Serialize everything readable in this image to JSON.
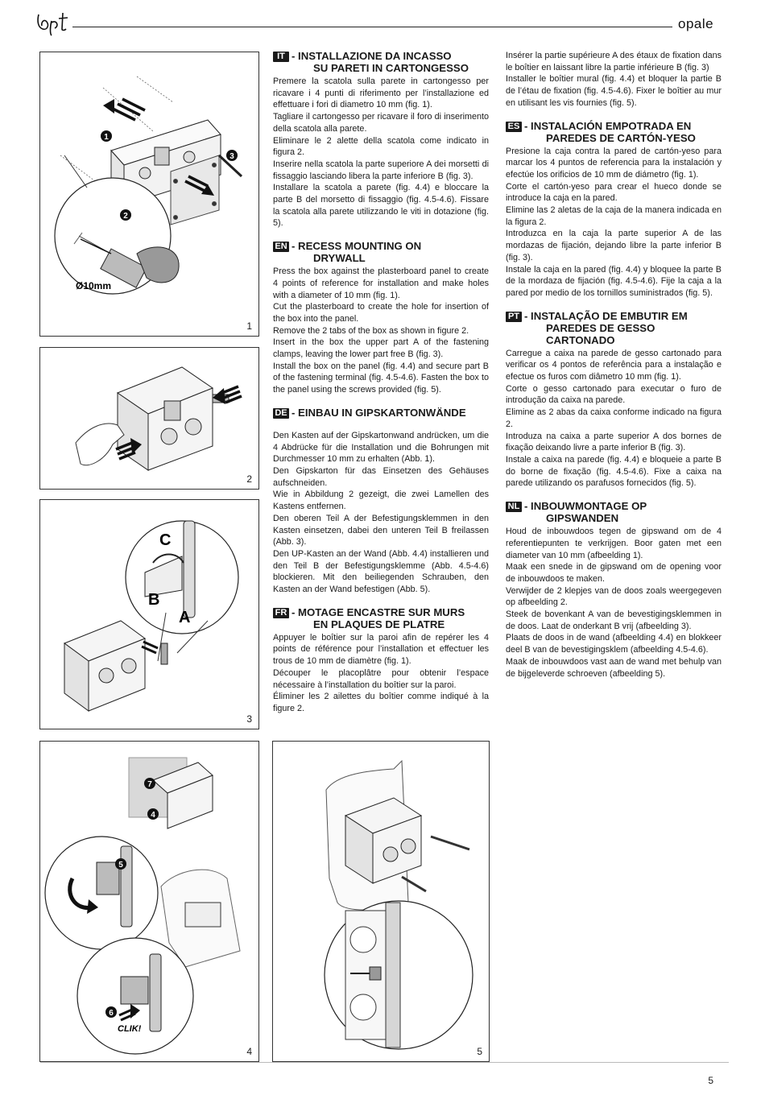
{
  "header": {
    "brand": "bpt",
    "product": "opale"
  },
  "figures": [
    {
      "number": "1",
      "diameter_label": "Ø10mm",
      "callouts": [
        "1",
        "2",
        "3"
      ]
    },
    {
      "number": "2"
    },
    {
      "number": "3",
      "labels": [
        "C",
        "B",
        "A"
      ]
    },
    {
      "number": "4",
      "callouts": [
        "7",
        "4",
        "5",
        "6"
      ],
      "click_label": "CLIK!"
    },
    {
      "number": "5"
    }
  ],
  "sections": [
    {
      "lang": "IT",
      "title_l1": "- INSTALLAZIONE DA INCASSO",
      "title_l2": "SU PARETI IN CARTONGESSO",
      "paragraphs": [
        "Premere la scatola sulla parete in cartongesso per ricavare i 4 punti di riferimento per l’installazione ed effettuare i fori di diametro 10 mm (fig. 1).",
        "Tagliare il cartongesso per ricavare il foro di inserimento della scatola alla parete.",
        "Eliminare le 2 alette della scatola come indicato in figura 2.",
        "Inserire nella scatola la parte superiore A dei morsetti di fissaggio lasciando libera la parte inferiore B (fig. 3).",
        "Installare la scatola a parete (fig. 4.4) e bloccare la parte B del morsetto di fissaggio (fig. 4.5-4.6). Fissare la scatola alla parete utilizzando le viti in dotazione (fig. 5)."
      ]
    },
    {
      "lang": "EN",
      "title_l1": "- RECESS MOUNTING ON",
      "title_l2": "DRYWALL",
      "paragraphs": [
        "Press the box against the plasterboard panel to create 4 points of reference for installation and make holes with a diameter of 10 mm (fig. 1).",
        "Cut the plasterboard to create the hole for insertion of the box into the panel.",
        "Remove the 2 tabs of the box as shown in figure 2.",
        "Insert in the box the upper part A of the fastening clamps, leaving the lower part free B (fig. 3).",
        "Install the box on the panel (fig. 4.4) and secure part B of the fastening terminal (fig. 4.5-4.6). Fasten the box to the panel using the screws provided (fig. 5)."
      ]
    },
    {
      "lang": "DE",
      "title_l1": "- EINBAU IN GIPSKARTONWÄNDE",
      "title_l2": "",
      "paragraphs": [
        "Den Kasten auf der Gipskartonwand andrücken, um die 4 Abdrücke für die Installation und die Bohrungen mit Durchmesser 10 mm zu erhalten (Abb. 1).",
        "Den Gipskarton für das Einsetzen des Gehäuses aufschneiden.",
        "Wie in Abbildung 2 gezeigt, die zwei Lamellen des Kastens entfernen.",
        "Den oberen Teil A der Befestigungsklemmen in den Kasten einsetzen, dabei den unteren Teil B freilassen (Abb. 3).",
        "Den UP-Kasten an der Wand (Abb. 4.4) installieren und den Teil B der Befestigungsklemme (Abb. 4.5-4.6) blockieren. Mit den beiliegenden Schrauben, den Kasten an der Wand befestigen (Abb. 5)."
      ]
    },
    {
      "lang": "FR",
      "title_l1": "- MOTAGE ENCASTRE SUR MURS",
      "title_l2": "EN PLAQUES DE PLATRE",
      "paragraphs": [
        "Appuyer le boîtier sur la paroi afin de repérer les 4 points de référence pour l’installation et effectuer les trous de 10 mm de diamètre (fig. 1).",
        "Découper le placoplâtre pour obtenir l’espace nécessaire à l’installation du boîtier sur la paroi.",
        "Éliminer les 2 ailettes du boîtier comme indiqué à la figure 2.",
        "Insérer la partie supérieure A des étaux de fixation dans le boîtier en laissant libre la partie inférieure B (fig. 3)",
        "Installer le boîtier mural (fig. 4.4) et bloquer la partie B de l’étau de fixation (fig. 4.5-4.6). Fixer le boîtier au mur en utilisant les vis fournies (fig. 5)."
      ]
    },
    {
      "lang": "ES",
      "title_l1": "- INSTALACIÓN EMPOTRADA EN",
      "title_l2": "PAREDES DE CARTÓN-YESO",
      "paragraphs": [
        "Presione la caja contra la pared de cartón-yeso para marcar los 4 puntos de referencia para la instalación y efectúe los orificios de 10 mm de diámetro (fig. 1).",
        "Corte el cartón-yeso para crear el hueco donde se introduce la caja en la pared.",
        "Elimine las 2 aletas de la caja de la manera indicada en la figura 2.",
        "Introduzca en la caja la parte superior A de las mordazas de fijación, dejando libre la parte inferior B (fig. 3).",
        "Instale la caja en la pared (fig. 4.4) y bloquee la parte B de la mordaza de fijación (fig. 4.5-4.6). Fije la caja a la pared por medio de los tornillos suministrados (fig. 5)."
      ]
    },
    {
      "lang": "PT",
      "title_l1": "- INSTALAÇÃO DE EMBUTIR EM",
      "title_l2": "PAREDES DE GESSO CARTONADO",
      "paragraphs": [
        "Carregue a caixa na parede de gesso cartonado para verificar os 4 pontos de referência para a instalação e efectue os furos com diâmetro 10 mm (fig. 1).",
        "Corte o gesso cartonado para executar o furo de introdução da caixa na parede.",
        "Elimine as 2 abas da caixa conforme indicado na figura 2.",
        "Introduza na caixa a parte superior A dos bornes de fixação deixando livre a parte inferior B (fig. 3).",
        "Instale a caixa na parede (fig. 4.4) e bloqueie a parte B do borne de fixação (fig. 4.5-4.6). Fixe a caixa na parede utilizando os parafusos fornecidos (fig. 5)."
      ]
    },
    {
      "lang": "NL",
      "title_l1": "- INBOUWMONTAGE OP",
      "title_l2": "GIPSWANDEN",
      "paragraphs": [
        "Houd de inbouwdoos tegen de gipswand om de 4 referentiepunten te verkrijgen. Boor gaten met een diameter van 10 mm (afbeelding 1).",
        "Maak een snede in de gipswand om de opening voor de inbouwdoos te maken.",
        "Verwijder de 2 klepjes van de doos zoals weergegeven op afbeelding 2.",
        "Steek de bovenkant A van de bevestigingsklemmen in de doos. Laat de onderkant B vrij (afbeelding 3).",
        "Plaats de doos in de wand (afbeelding 4.4) en blokkeer deel B van de bevestigingsklem (afbeelding 4.5-4.6).",
        "Maak de inbouwdoos vast aan de wand met behulp van de bijgeleverde schroeven (afbeelding 5)."
      ]
    }
  ],
  "footer": {
    "page_number": "5"
  }
}
